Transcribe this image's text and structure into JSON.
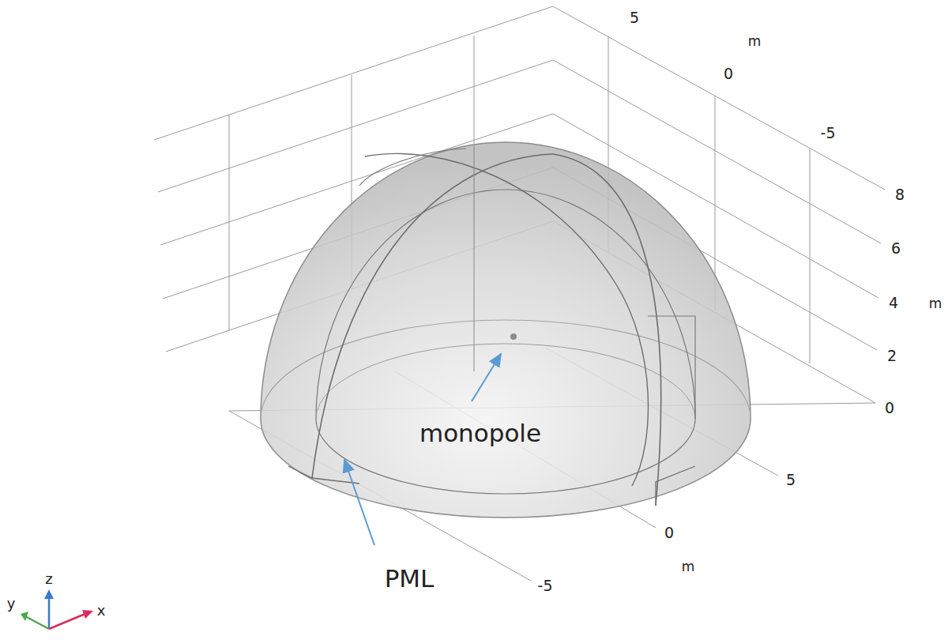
{
  "diagram": {
    "labels": [
      "5",
      "m",
      "0",
      "-5",
      "8",
      "6",
      "4",
      "m",
      "2",
      "0",
      "5",
      "0",
      "m",
      "-5",
      "monopole",
      "PML",
      "z",
      "y",
      "x"
    ]
  }
}
